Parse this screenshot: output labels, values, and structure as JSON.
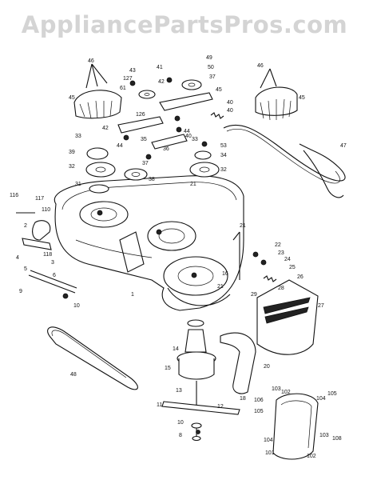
{
  "watermark": "AppliancePartsPros.com",
  "callouts": [
    {
      "id": "c01",
      "text": "46"
    },
    {
      "id": "c02",
      "text": "45"
    },
    {
      "id": "c03",
      "text": "61"
    },
    {
      "id": "c04",
      "text": "42"
    },
    {
      "id": "c05",
      "text": "33"
    },
    {
      "id": "c06",
      "text": "127"
    },
    {
      "id": "c07",
      "text": "126"
    },
    {
      "id": "c08",
      "text": "43"
    },
    {
      "id": "c09",
      "text": "41"
    },
    {
      "id": "c10",
      "text": "42"
    },
    {
      "id": "c11",
      "text": "49"
    },
    {
      "id": "c12",
      "text": "50"
    },
    {
      "id": "c13",
      "text": "37"
    },
    {
      "id": "c14",
      "text": "45"
    },
    {
      "id": "c15",
      "text": "40"
    },
    {
      "id": "c16",
      "text": "44"
    },
    {
      "id": "c17",
      "text": "44"
    },
    {
      "id": "c18",
      "text": "46"
    },
    {
      "id": "c19",
      "text": "45"
    },
    {
      "id": "c20",
      "text": "47"
    },
    {
      "id": "c21",
      "text": "39"
    },
    {
      "id": "c22",
      "text": "32"
    },
    {
      "id": "c23",
      "text": "31"
    },
    {
      "id": "c24",
      "text": "35"
    },
    {
      "id": "c25",
      "text": "37"
    },
    {
      "id": "c26",
      "text": "38"
    },
    {
      "id": "c27",
      "text": "36"
    },
    {
      "id": "c28",
      "text": "40"
    },
    {
      "id": "c29",
      "text": "33"
    },
    {
      "id": "c30",
      "text": "53"
    },
    {
      "id": "c31",
      "text": "34"
    },
    {
      "id": "c32",
      "text": "32"
    },
    {
      "id": "c33",
      "text": "116"
    },
    {
      "id": "c34",
      "text": "117"
    },
    {
      "id": "c35",
      "text": "110"
    },
    {
      "id": "c36",
      "text": "2"
    },
    {
      "id": "c37",
      "text": "118"
    },
    {
      "id": "c38",
      "text": "3"
    },
    {
      "id": "c39",
      "text": "4"
    },
    {
      "id": "c40",
      "text": "5"
    },
    {
      "id": "c41",
      "text": "6"
    },
    {
      "id": "c42",
      "text": "9"
    },
    {
      "id": "c43",
      "text": "10"
    },
    {
      "id": "c44",
      "text": "1"
    },
    {
      "id": "c45",
      "text": "21"
    },
    {
      "id": "c46",
      "text": "21"
    },
    {
      "id": "c47",
      "text": "16"
    },
    {
      "id": "c48",
      "text": "21"
    },
    {
      "id": "c49",
      "text": "22"
    },
    {
      "id": "c50",
      "text": "23"
    },
    {
      "id": "c51",
      "text": "24"
    },
    {
      "id": "c52",
      "text": "25"
    },
    {
      "id": "c53",
      "text": "26"
    },
    {
      "id": "c54",
      "text": "28"
    },
    {
      "id": "c55",
      "text": "29"
    },
    {
      "id": "c56",
      "text": "27"
    },
    {
      "id": "c57",
      "text": "14"
    },
    {
      "id": "c58",
      "text": "15"
    },
    {
      "id": "c59",
      "text": "20"
    },
    {
      "id": "c60",
      "text": "48"
    },
    {
      "id": "c61",
      "text": "13"
    },
    {
      "id": "c62",
      "text": "11"
    },
    {
      "id": "c63",
      "text": "12"
    },
    {
      "id": "c64",
      "text": "10"
    },
    {
      "id": "c65",
      "text": "8"
    },
    {
      "id": "c66",
      "text": "18"
    },
    {
      "id": "c67",
      "text": "103"
    },
    {
      "id": "c68",
      "text": "102"
    },
    {
      "id": "c69",
      "text": "106"
    },
    {
      "id": "c70",
      "text": "105"
    },
    {
      "id": "c71",
      "text": "104"
    },
    {
      "id": "c72",
      "text": "103"
    },
    {
      "id": "c73",
      "text": "105"
    },
    {
      "id": "c74",
      "text": "104"
    },
    {
      "id": "c75",
      "text": "108"
    },
    {
      "id": "c76",
      "text": "102"
    },
    {
      "id": "c77",
      "text": "101"
    },
    {
      "id": "c78",
      "text": "40"
    }
  ]
}
